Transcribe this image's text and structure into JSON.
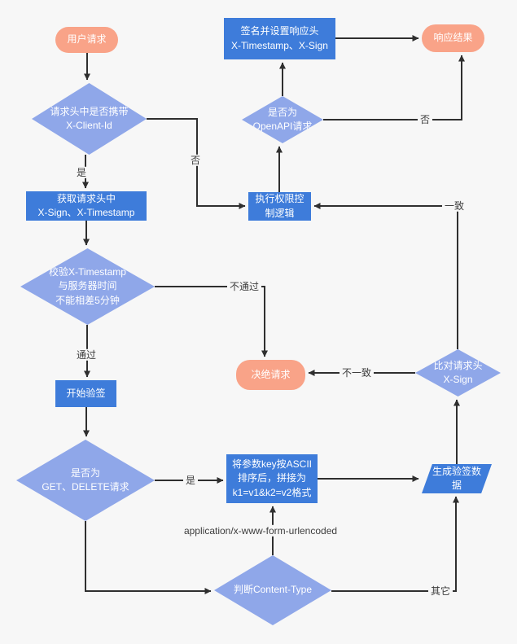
{
  "title": "OpenAPI 验签流程图",
  "colors": {
    "background": "#f7f7f7",
    "terminal": "#f9a388",
    "process": "#3e7cda",
    "decision": "#8fa7e9",
    "line": "#2f2f2f",
    "label_text": "#3d3d3d",
    "node_text": "#ffffff"
  },
  "nodes": [
    {
      "id": "user-request",
      "type": "stadium",
      "label": "用户请求"
    },
    {
      "id": "has-client-id",
      "type": "diamond",
      "label": "请求头中是否携带\nX-Client-Id"
    },
    {
      "id": "get-headers",
      "type": "rect",
      "label": "获取请求头中\nX-Sign、X-Timestamp"
    },
    {
      "id": "check-timestamp",
      "type": "diamond",
      "label": "校验X-Timestamp\n与服务器时间\n不能相差5分钟"
    },
    {
      "id": "start-verify",
      "type": "rect",
      "label": "开始验签"
    },
    {
      "id": "is-get-delete",
      "type": "diamond",
      "label": "是否为\nGET、DELETE请求"
    },
    {
      "id": "sort-params",
      "type": "rect",
      "label": "将参数key按ASCII\n排序后，拼接为\nk1=v1&k2=v2格式"
    },
    {
      "id": "gen-sign-data",
      "type": "parallelogram",
      "label": "生成验签数\n据"
    },
    {
      "id": "check-content-type",
      "type": "diamond",
      "label": "判断Content-Type"
    },
    {
      "id": "compare-sign",
      "type": "diamond",
      "label": "比对请求头\nX-Sign"
    },
    {
      "id": "reject-request",
      "type": "stadium",
      "label": "决绝请求"
    },
    {
      "id": "access-control",
      "type": "rect",
      "label": "执行权限控\n制逻辑"
    },
    {
      "id": "is-openapi",
      "type": "diamond",
      "label": "是否为\nOpenAPI请求"
    },
    {
      "id": "sign-response",
      "type": "rect",
      "label": "签名并设置响应头\nX-Timestamp、X-Sign"
    },
    {
      "id": "response-result",
      "type": "stadium",
      "label": "响应结果"
    }
  ],
  "edges": [
    {
      "from": "user-request",
      "to": "has-client-id",
      "label": ""
    },
    {
      "from": "has-client-id",
      "to": "get-headers",
      "label": "是"
    },
    {
      "from": "has-client-id",
      "to": "access-control",
      "label": "否"
    },
    {
      "from": "get-headers",
      "to": "check-timestamp",
      "label": ""
    },
    {
      "from": "check-timestamp",
      "to": "start-verify",
      "label": "通过"
    },
    {
      "from": "check-timestamp",
      "to": "reject-request",
      "label": "不通过"
    },
    {
      "from": "start-verify",
      "to": "is-get-delete",
      "label": ""
    },
    {
      "from": "is-get-delete",
      "to": "sort-params",
      "label": "是"
    },
    {
      "from": "is-get-delete",
      "to": "check-content-type",
      "label": ""
    },
    {
      "from": "check-content-type",
      "to": "sort-params",
      "label": "application/x-www-form-urlencoded"
    },
    {
      "from": "check-content-type",
      "to": "gen-sign-data",
      "label": "其它"
    },
    {
      "from": "sort-params",
      "to": "gen-sign-data",
      "label": ""
    },
    {
      "from": "gen-sign-data",
      "to": "compare-sign",
      "label": ""
    },
    {
      "from": "compare-sign",
      "to": "reject-request",
      "label": "不一致"
    },
    {
      "from": "compare-sign",
      "to": "access-control",
      "label": "一致"
    },
    {
      "from": "access-control",
      "to": "is-openapi",
      "label": ""
    },
    {
      "from": "is-openapi",
      "to": "sign-response",
      "label": ""
    },
    {
      "from": "is-openapi",
      "to": "response-result",
      "label": "否"
    },
    {
      "from": "sign-response",
      "to": "response-result",
      "label": ""
    }
  ]
}
